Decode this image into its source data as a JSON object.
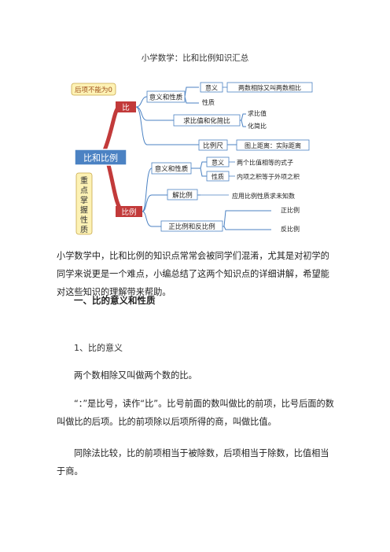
{
  "doc": {
    "title": "小学数学：比和比例知识汇总",
    "intro": "小学数学中，比和比例的知识点常常会被同学们混淆，尤其是对初学的同学来说更是一个难点，小编总结了这两个知识点的详细讲解，希望能对这些知识的理解带来帮助。",
    "section1_heading": "一、比的意义和性质",
    "sub1_heading": "1、比的意义",
    "p1": "两个数相除又叫做两个数的比。",
    "p2": "“：”是比号，读作“比”。比号前面的数叫做比的前项，比号后面的数叫做比的后项。比的前项除以后项所得的商，叫做比值。",
    "p3": "同除法比较，比的前项相当于被除数，后项相当于除数，比值相当于商。"
  },
  "mindmap": {
    "root": "比和比例",
    "note_top": "后项不能为0",
    "note_side": [
      "重",
      "点",
      "掌",
      "握",
      "性",
      "质"
    ],
    "bi": {
      "label": "比",
      "meaning_props": "意义和性质",
      "meaning": "意义",
      "meaning_def": "两数相除又叫两数相比",
      "props": "性质",
      "simplify": "求比值和化简比",
      "find_ratio": "求比值",
      "simplify_ratio": "化简比",
      "scale": "比例尺",
      "scale_def": "图上距离：实际距离"
    },
    "bili": {
      "label": "比例",
      "meaning_props": "意义和性质",
      "meaning": "意义",
      "meaning_def": "两个比值相等的式子",
      "props": "性质",
      "props_def": "内项之积等于外项之积",
      "solve": "解比例",
      "solve_def": "应用比例性质求未知数",
      "pos_neg": "正比例和反比例",
      "positive": "正比例",
      "negative": "反比例"
    }
  }
}
